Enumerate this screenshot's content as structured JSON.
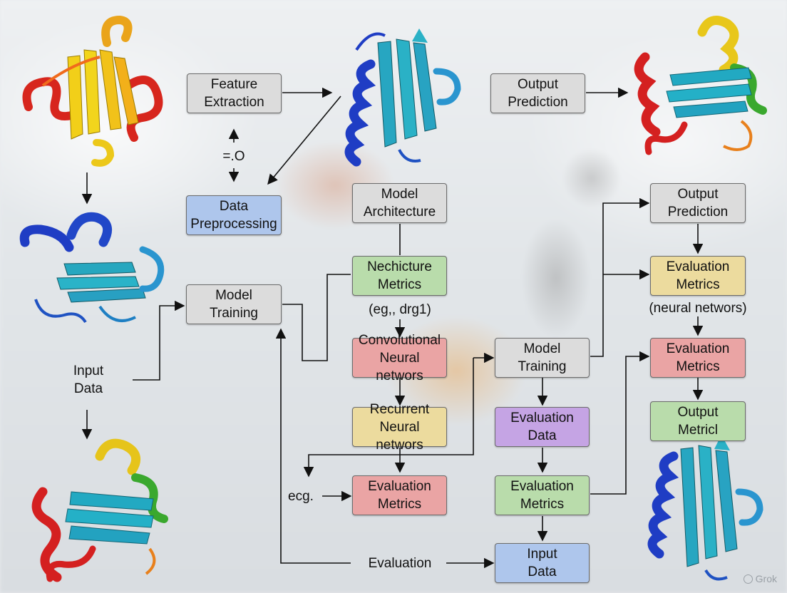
{
  "nodes": {
    "feature_extraction": "Feature\nExtraction",
    "output_prediction_top": "Output\nPrediction",
    "data_preprocessing": "Data\nPreprocessing",
    "model_architecture": "Model\nArchitecture",
    "output_prediction_right": "Output\nPrediction",
    "model_training_left": "Model\nTraining",
    "nechicture_metrics": "Nechicture\nMetrics",
    "evaluation_metrics_yellow": "Evaluation\nMetrics",
    "convolutional": "Convolutional\nNeural networs",
    "model_training_center": "Model\nTraining",
    "evaluation_metrics_red_right": "Evaluation\nMetrics",
    "recurrent": "Recurrent\nNeural networs",
    "evaluation_data": "Evaluation\nData",
    "output_metricl": "Output\nMetricl",
    "evaluation_metrics_red_center": "Evaluation\nMetrics",
    "evaluation_metrics_green": "Evaluation\nMetrics",
    "input_data_bottom": "Input\nData"
  },
  "labels": {
    "eq_o": "=.O",
    "input_data_left": "Input\nData",
    "eg_drg": "(eg,, drg1)",
    "neural_networs": "(neural networs)",
    "ecg": "ecg.",
    "evaluation": "Evaluation"
  },
  "watermark": "Grok",
  "colors": {
    "gray_box": "#dcdcdc",
    "blue_box": "#aec6ec",
    "green_box": "#b9dcab",
    "red_box": "#eaa4a4",
    "yellow_box": "#ecdb9e",
    "purple_box": "#c5a4e4"
  },
  "icons": [
    "protein-structure-icon",
    "arrow-icon",
    "grok-logo-icon"
  ]
}
